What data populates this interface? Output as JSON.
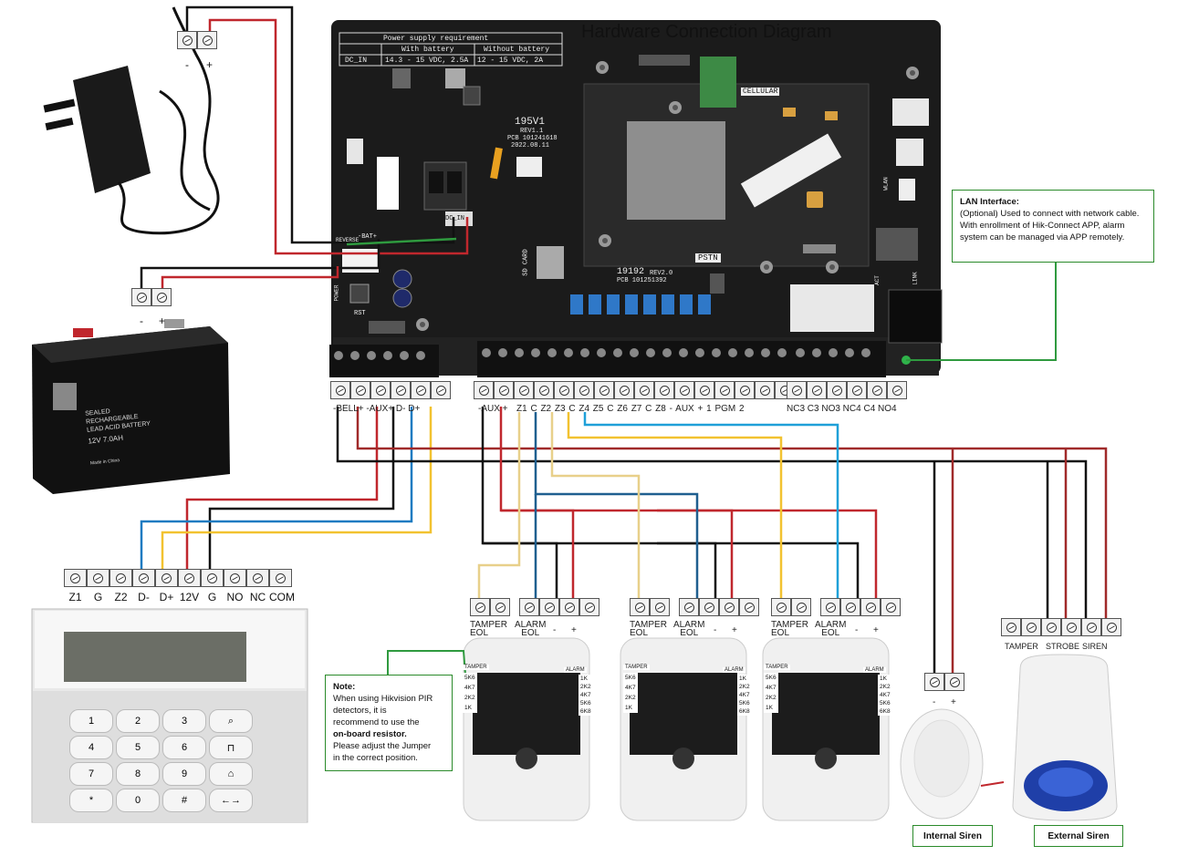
{
  "title": "Hardware Connection Diagram",
  "board": {
    "psu_header": "Power supply requirement",
    "psu_col1": "With battery",
    "psu_col2": "Without battery",
    "psu_dc_in": "DC_IN",
    "psu_val1": "14.3 - 15 VDC, 2.5A",
    "psu_val2": "12 - 15 VDC, 2A",
    "model": "195V1",
    "rev": "REV1.1",
    "pcb": "PCB 101241618",
    "date": "2022.08.11",
    "dc_in_label": "DC_IN",
    "bat_label": "-BAT+",
    "rev_bat_label": "REVERSE",
    "sd_label": "SD CARD",
    "power_label": "POWER",
    "rst_label": "RST",
    "module_model": "19192",
    "module_rev": "REV2.0",
    "module_pcb": "PCB 101251392",
    "cellular": "CELLULAR",
    "pstn": "PSTN",
    "wlan": "WLAN",
    "link": "LINK",
    "act": "ACT"
  },
  "terminals": {
    "power_pm": [
      "-",
      "+"
    ],
    "battery_pm": [
      "-",
      "+"
    ],
    "left_block": "-BELL+  -AUX+  D-  D+",
    "right_block_1": "-AUX +",
    "right_block_2": "Z1  C   Z2  Z3  C   Z4  Z5  C   Z6  Z7  C   Z8   - AUX +  1 PGM 2",
    "right_block_3": "NC3 C3 NO3 NC4 C4 NO4"
  },
  "battery": {
    "line1": "SEALED",
    "line2": "RECHARGEABLE",
    "line3": "LEAD ACID BATTERY",
    "line4": "12V 7.0AH",
    "line5": "Made in China"
  },
  "keypad": {
    "terminals": [
      "Z1",
      "G",
      "Z2",
      "D-",
      "D+",
      "12V",
      "G",
      "NO",
      "NC",
      "COM"
    ],
    "keys": [
      "1",
      "2",
      "3",
      "",
      "4",
      "5",
      "6",
      "",
      "7",
      "8",
      "9",
      "",
      "*",
      "0",
      "#",
      ""
    ]
  },
  "detector": {
    "tamper_eol": "TAMPER\nEOL",
    "alarm_eol": "ALARM\nEOL",
    "minus": "-",
    "plus": "+",
    "tamper_title": "TAMPER",
    "alarm_title": "ALARM",
    "left_labels": [
      "5K6",
      "4K7",
      "2K2",
      "1K"
    ],
    "right_labels": [
      "1K",
      "2K2",
      "4K7",
      "5K6",
      "6K8"
    ]
  },
  "lan_note": {
    "heading": "LAN Interface:",
    "body": "(Optional) Used to connect with network cable. With enrollment of Hik-Connect APP, alarm system can be managed via APP remotely."
  },
  "pir_note": {
    "heading": "Note:",
    "line1": "When using Hikvision PIR",
    "line2": "detectors, it is",
    "line3": "recommend to use the",
    "line4": "on-board resistor.",
    "line5": "Please adjust the Jumper",
    "line6": "in the correct position."
  },
  "internal_siren": {
    "minus": "-",
    "plus": "+",
    "caption": "Internal Siren"
  },
  "external_siren": {
    "tamper": "TAMPER",
    "strobe": "STROBE",
    "siren": "SIREN",
    "caption": "External Siren"
  },
  "colors": {
    "wire_red": "#c0272d",
    "wire_black": "#111111",
    "wire_blue": "#1f7bc1",
    "wire_yellow": "#f2c230",
    "wire_green": "#2f9a3f",
    "wire_darkred": "#a02a2a",
    "board": "#1b1b1b"
  }
}
